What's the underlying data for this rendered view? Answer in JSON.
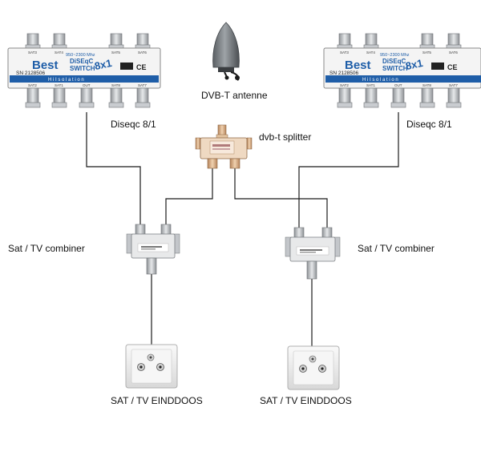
{
  "labels": {
    "antenna": "DVB-T antenne",
    "splitter": "dvb-t splitter",
    "diseqc_left": "Diseqc 8/1",
    "diseqc_right": "Diseqc 8/1",
    "combiner_left": "Sat / TV combiner",
    "combiner_right": "Sat / TV combiner",
    "outlet_left": "SAT / TV EINDDOOS",
    "outlet_right": "SAT / TV EINDDOOS"
  },
  "switch_left": {
    "brand": "Best",
    "freq": "950~2300 Mhz",
    "model_line1": "DiSEqC",
    "model_line2": "SWITCH",
    "model_badge": "8x1",
    "serial": "SN 2128506",
    "band": "H i   I s o l a t i o n",
    "ce": "CE",
    "top_ports": [
      "SAT3",
      "SAT4",
      "SAT5",
      "SAT6"
    ],
    "bottom_ports": [
      "SAT2",
      "SAT1",
      "OUT",
      "SAT8",
      "SAT7"
    ]
  },
  "switch_right": {
    "brand": "Best",
    "freq": "950~2300 Mhz",
    "model_line1": "DiSEqC",
    "model_line2": "SWITCH",
    "model_badge": "8x1",
    "serial": "SN 2128506",
    "band": "H i   I s o l a t i o n",
    "ce": "CE",
    "top_ports": [
      "SAT3",
      "SAT4",
      "SAT5",
      "SAT6"
    ],
    "bottom_ports": [
      "SAT2",
      "SAT1",
      "OUT",
      "SAT8",
      "SAT7"
    ]
  },
  "colors": {
    "cable": "#1a1a1a",
    "switch_body": "#f4f4f4",
    "brand_blue": "#1f5ea8",
    "connector": "#b9bcc0",
    "splitter_brass": "#d9b38c"
  }
}
